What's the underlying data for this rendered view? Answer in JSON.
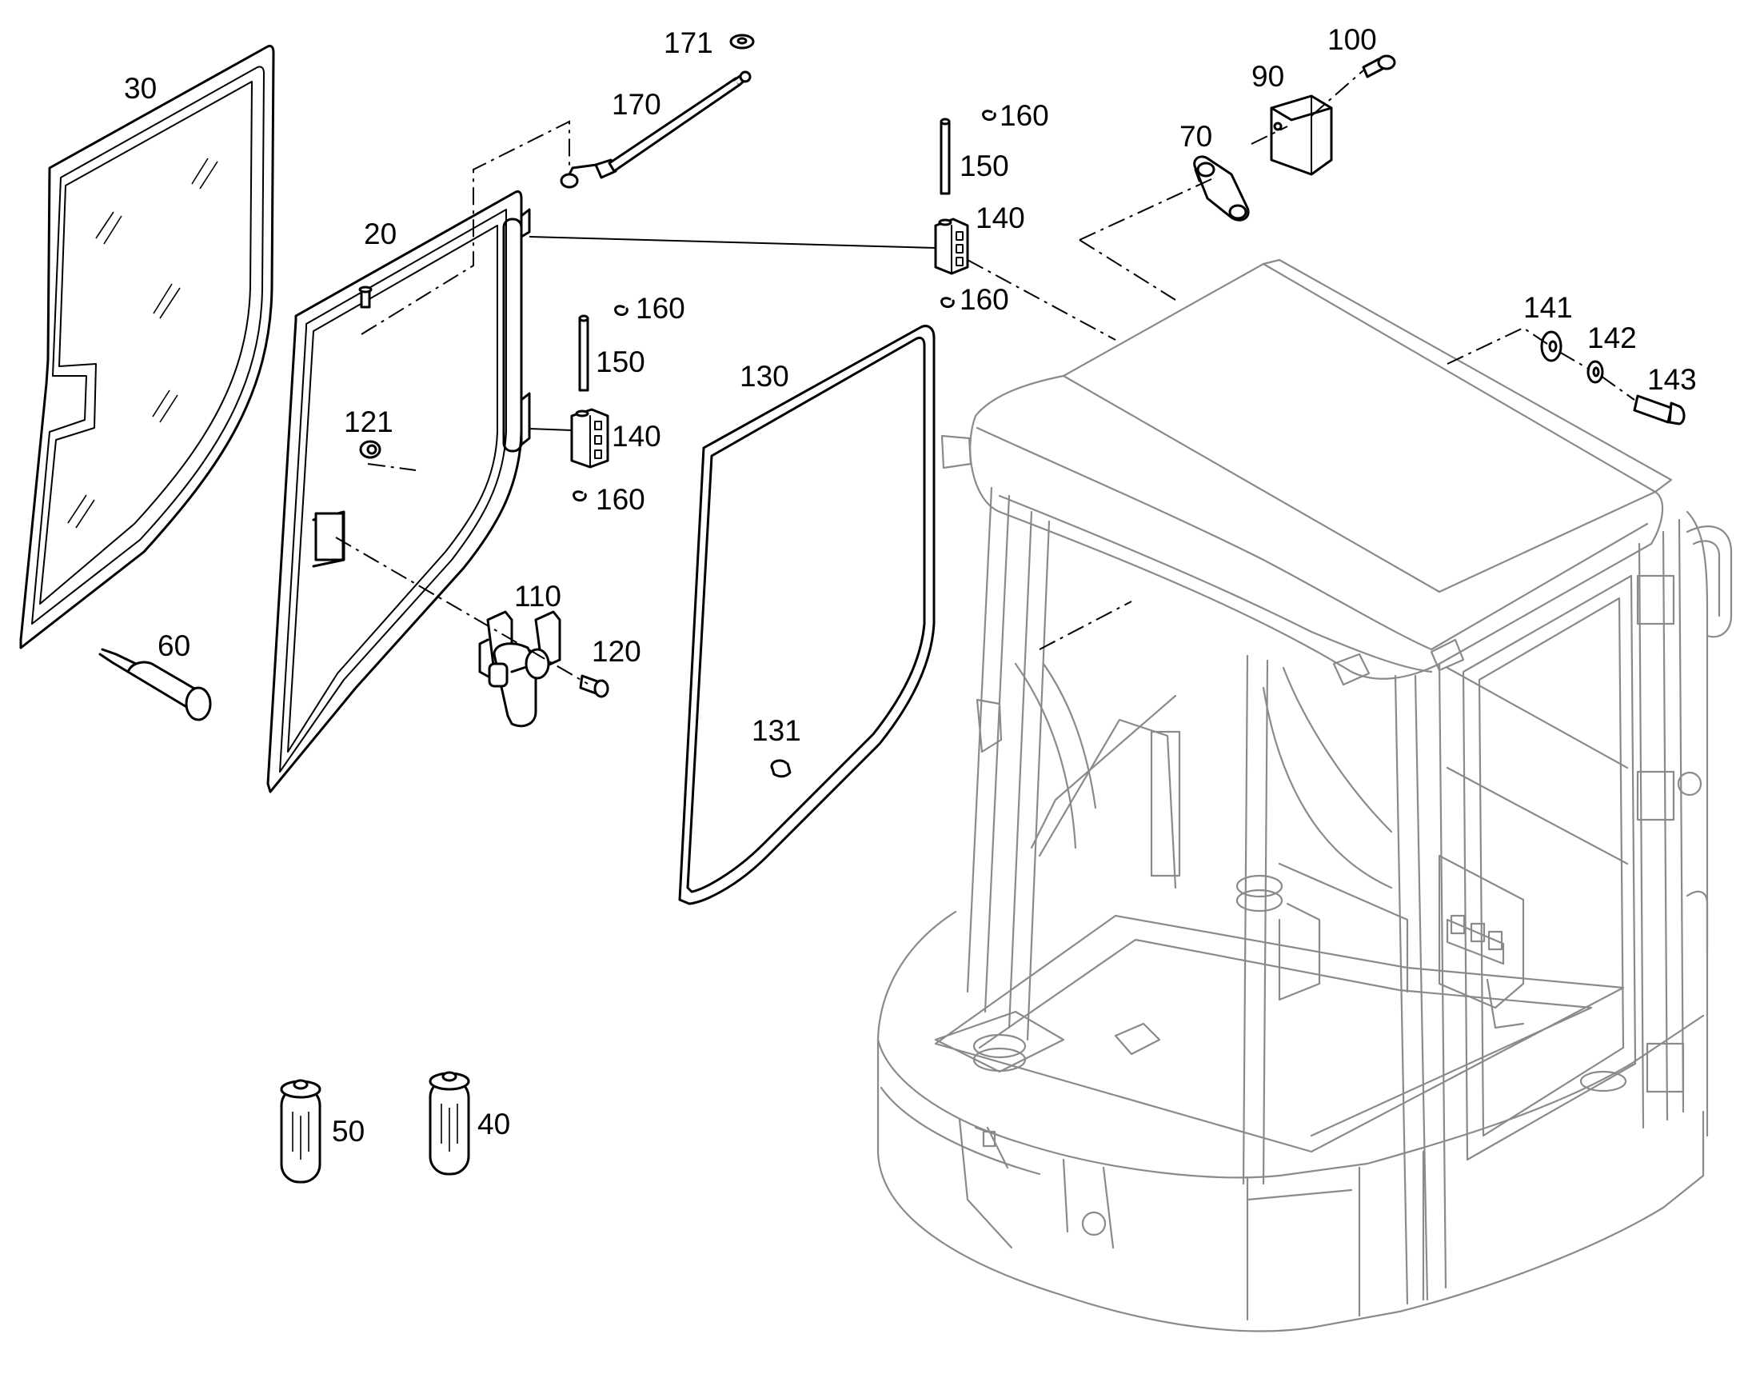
{
  "diagram": {
    "labels": {
      "l20": "20",
      "l30": "30",
      "l40": "40",
      "l50": "50",
      "l60": "60",
      "l70": "70",
      "l90": "90",
      "l100": "100",
      "l110": "110",
      "l120": "120",
      "l121": "121",
      "l130": "130",
      "l131": "131",
      "l140a": "140",
      "l140b": "140",
      "l141": "141",
      "l142": "142",
      "l143": "143",
      "l150a": "150",
      "l150b": "150",
      "l160a": "160",
      "l160b": "160",
      "l160c": "160",
      "l160d": "160",
      "l170": "170",
      "l171": "171"
    },
    "colors": {
      "line": "#000000",
      "cab_line": "#8a8a8a",
      "background": "#ffffff"
    }
  }
}
